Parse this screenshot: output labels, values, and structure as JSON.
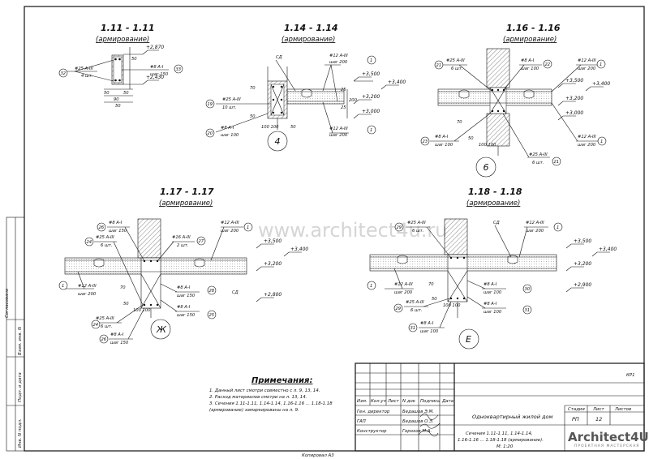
{
  "watermark": "www.architect4u.ru",
  "sections": [
    {
      "title": "1.11 - 1.11",
      "subtitle": "(армирование)"
    },
    {
      "title": "1.14 - 1.14",
      "subtitle": "(армирование)"
    },
    {
      "title": "1.16 - 1.16",
      "subtitle": "(армирование)"
    },
    {
      "title": "1.17 - 1.17",
      "subtitle": "(армирование)"
    },
    {
      "title": "1.18 - 1.18",
      "subtitle": "(армирование)"
    }
  ],
  "s111": {
    "rebar1": "#25 А-III",
    "rebar1_qty": "4 шт.",
    "mark1": "32",
    "rebar2": "#8 А-I",
    "rebar2_step": "шаг 150",
    "mark2": "33",
    "lv1": "+2,870",
    "lv2": "+2,430",
    "d50a": "50",
    "d50b": "50",
    "d90": "90",
    "d50c": "50"
  },
  "s114": {
    "sd": "СД",
    "r1": "#12 А-III",
    "r1s": "шаг 200",
    "m1": "1",
    "r2": "#25 А-III",
    "r2q": "10 шт.",
    "m2": "19",
    "r3": "#8 А-I",
    "r3s": "шаг 100",
    "m3": "20",
    "r4": "#12 А-III",
    "r4s": "шаг 200",
    "m4": "1",
    "lv1": "+3,500",
    "lv2": "+3,400",
    "lv3": "+3,200",
    "lv4": "+3,000",
    "axis": "4",
    "d70": "70",
    "d50": "50",
    "d25": "25",
    "d200": "200",
    "d100": "100",
    "d100b": "100 100",
    "d50b": "50"
  },
  "s116": {
    "r1": "#25 А-III",
    "r1q": "6 шт.",
    "m1": "21",
    "r2": "#8 А-I",
    "r2s": "шаг 100",
    "m2": "22",
    "r3": "#12 А-III",
    "r3s": "шаг 200",
    "m3": "1",
    "r4": "#8 А-I",
    "r4s": "шаг 100",
    "m4": "23",
    "r5": "#25 А-III",
    "r5q": "6 шт.",
    "m5": "21",
    "r6": "#12 А-III",
    "r6s": "шаг 200",
    "m6": "1",
    "lv1": "+3,500",
    "lv2": "+3,400",
    "lv3": "+3,200",
    "lv4": "+3,000",
    "axis": "6",
    "d50": "50",
    "d70": "70",
    "d100": "100 100"
  },
  "s117": {
    "r1": "#8 А-I",
    "r1s": "шаг 150",
    "m1": "26",
    "r2": "#25 А-III",
    "r2q": "6 шт.",
    "m2": "24",
    "r3": "#16 А-III",
    "r3q": "2 шт.",
    "m3": "27",
    "r4": "#12 А-III",
    "r4s": "шаг 200",
    "m4": "1",
    "r5": "#12 А-III",
    "r5s": "шаг 200",
    "m5": "1",
    "r6": "#8 А-I",
    "r6s": "шаг 150",
    "m6": "28",
    "r7": "#8 А-I",
    "r7s": "шаг 150",
    "m7": "25",
    "r8": "#25 А-III",
    "r8q": "6 шт.",
    "m8": "24",
    "r9": "#8 А-I",
    "r9s": "шаг 150",
    "m9": "26",
    "sd": "СД",
    "lv1": "+3,500",
    "lv2": "+3,400",
    "lv3": "+3,200",
    "lv4": "+2,800",
    "axis": "Ж",
    "d70": "70",
    "d50": "50",
    "d100": "100 100"
  },
  "s118": {
    "r1": "#25 А-III",
    "r1q": "6 шт.",
    "m1": "29",
    "sd": "СД",
    "r2": "#12 А-III",
    "r2s": "шаг 200",
    "m2": "1",
    "r3": "#12 А-III",
    "r3s": "шаг 200",
    "m3": "1",
    "r4": "#25 А-III",
    "r4q": "6 шт.",
    "m4": "29",
    "r5": "#8 А-I",
    "r5s": "шаг 100",
    "m5": "30",
    "r6": "#8 А-I",
    "r6s": "шаг 100",
    "m6": "31",
    "r7": "#8 А-I",
    "r7s": "шаг 100",
    "m7": "31",
    "lv1": "+3,500",
    "lv2": "+3,400",
    "lv3": "+3,200",
    "lv4": "+2,900",
    "axis": "Е",
    "d70": "70",
    "d50": "50",
    "d100": "100 100"
  },
  "notes": {
    "title": "Примечания:",
    "items": [
      "1. Данный лист смотри совместно с л. 9, 13, 14.",
      "2. Расход материалов смотри на л. 13, 14.",
      "3. Сечения 1.11-1.11, 1.14-1.14, 1.16-1.16 ... 1.18-1.18",
      "(армирование) замаркированы на л. 9."
    ]
  },
  "titleblock": {
    "code": "КР1",
    "headers": [
      "Изм.",
      "Кол.уч",
      "Лист",
      "N док",
      "Подпись",
      "Дата"
    ],
    "roles": [
      {
        "role": "Ген. директор",
        "name": "Бедашов Э.М."
      },
      {
        "role": "ГАП",
        "name": "Бедашов О.Э."
      },
      {
        "role": "Конструктор",
        "name": "Горохов М.А."
      }
    ],
    "project": "Одноквартирный жилой дом",
    "stage_h": "Стадия",
    "sheet_h": "Лист",
    "sheets_h": "Листов",
    "stage": "РП",
    "sheet": "12",
    "sheets": "",
    "sheet_title_1": "Сечения 1.11-1.11, 1.14-1.14,",
    "sheet_title_2": "1.16-1.16 ... 1.18-1.18 (армирование).",
    "scale": "М: 1:20",
    "logo": "Architect4U",
    "logo_sub": "ПРОЕКТНАЯ МАСТЕРСКАЯ"
  },
  "sidebar": {
    "soglasovano": "Согласовано",
    "vzam": "Взам. инв. N",
    "podp": "Подп. и дата",
    "inv": "Инв. N подл."
  },
  "footer": {
    "format": "Копировал А3"
  }
}
